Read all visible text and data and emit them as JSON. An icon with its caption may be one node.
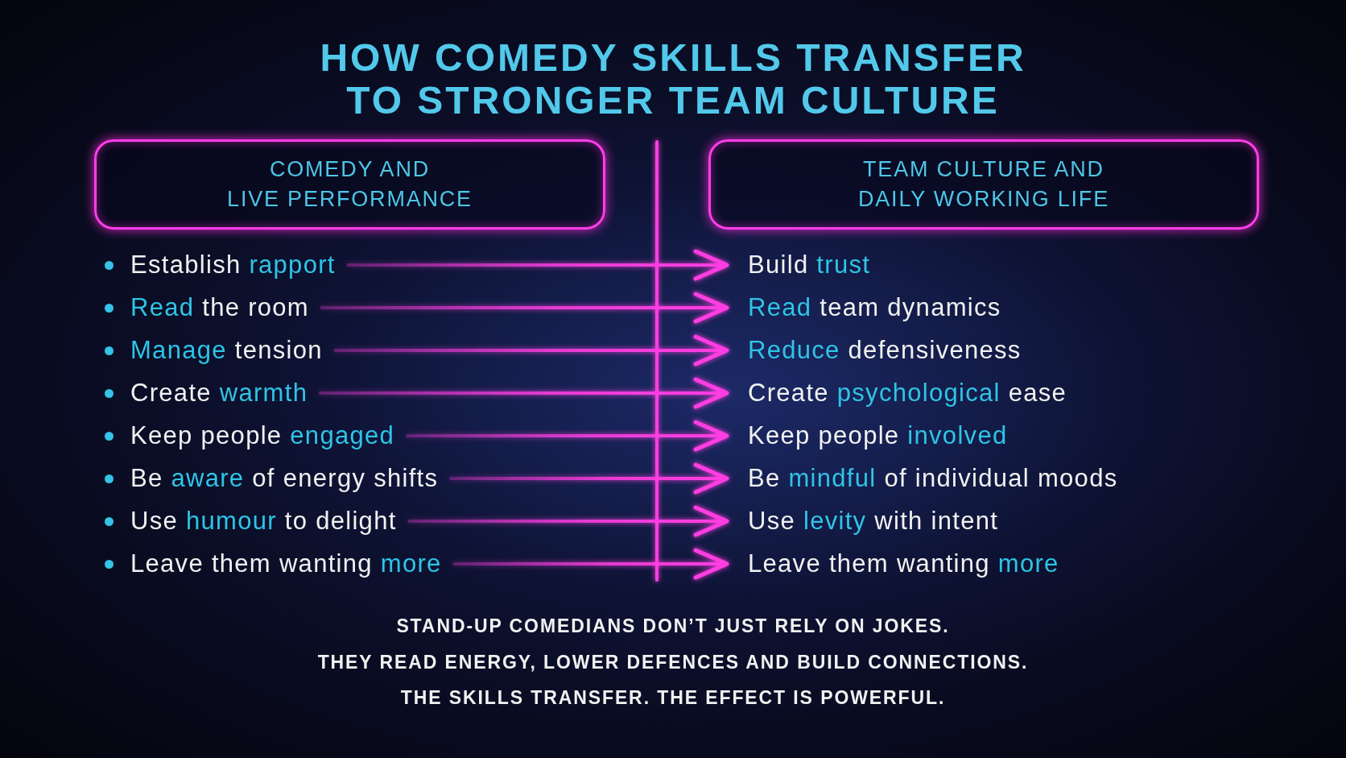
{
  "diagram": {
    "title": "HOW COMEDY SKILLS TRANSFER TO STRONGER TEAM CULTURE",
    "nodes": [
      {
        "text": [
          "COMEDY AND LIVE PERFORMANCE"
        ]
      },
      {
        "text": [
          "TEAM CULTURE AND DAILY WORKING LIFE"
        ]
      },
      {
        "text": [
          "Establish **rapport**"
        ]
      },
      {
        "text": [
          "Build **trust**"
        ]
      },
      {
        "text": [
          "**Read** the room"
        ]
      },
      {
        "text": [
          "**Read** team dynamics"
        ]
      },
      {
        "text": [
          "**Manage** tension"
        ]
      },
      {
        "text": [
          "**Reduce** defensiveness"
        ]
      },
      {
        "text": [
          "Create **warmth**"
        ]
      },
      {
        "text": [
          "Create **psychological** ease"
        ]
      },
      {
        "text": [
          "Keep people **engaged**"
        ]
      },
      {
        "text": [
          "Keep people **involved**"
        ]
      },
      {
        "text": [
          "Be **aware** of energy shifts"
        ]
      },
      {
        "text": [
          "Be **mindful** of individual moods"
        ]
      },
      {
        "text": [
          "Use **humour** to delight"
        ]
      },
      {
        "text": [
          "Use **levity** with intent"
        ]
      },
      {
        "text": [
          "Leave them wanting **more**"
        ]
      },
      {
        "text": [
          "Leave them wanting **more**"
        ]
      }
    ],
    "edges": [
      {
        "from": 2,
        "to": 3,
        "arrow": "to"
      },
      {
        "from": 4,
        "to": 5,
        "arrow": "to"
      },
      {
        "from": 6,
        "to": 7,
        "arrow": "to"
      },
      {
        "from": 8,
        "to": 9,
        "arrow": "to"
      },
      {
        "from": 10,
        "to": 11,
        "arrow": "to"
      },
      {
        "from": 12,
        "to": 13,
        "arrow": "to"
      },
      {
        "from": 14,
        "to": 15,
        "arrow": "to"
      },
      {
        "from": 16,
        "to": 17,
        "arrow": "to"
      }
    ],
    "labels": [
      "STAND-UP COMEDIANS DON’T JUST RELY ON JOKES.",
      "THEY READ ENERGY, LOWER DEFENCES AND BUILD CONNECTIONS.",
      "THE SKILLS TRANSFER. THE EFFECT IS POWERFUL."
    ]
  }
}
